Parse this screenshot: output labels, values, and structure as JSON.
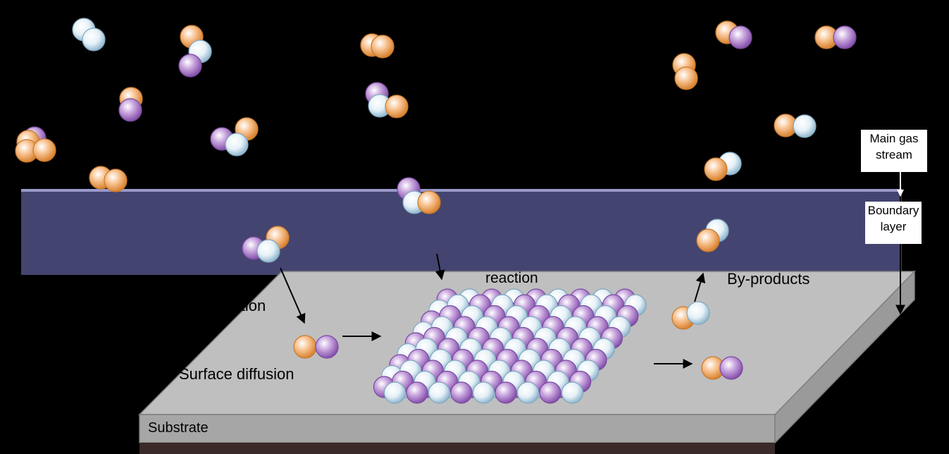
{
  "labels": {
    "main_gas_stream": "Main gas\nstream",
    "boundary_layer": "Boundary\nlayer",
    "reaction": "reaction",
    "by_products": "By-products",
    "adsorption": "Adsorption",
    "surface_diffusion": "Surface diffusion",
    "substrate": "Substrate"
  },
  "colors": {
    "background": "#000000",
    "substrate_top": "#bfbfbf",
    "substrate_side": "#a6a6a6",
    "substrate_edge": "#8c8c8c",
    "boundary_band": "#8f8fd6",
    "atom_orange": "#f4a860",
    "atom_purple": "#a978c6",
    "atom_white": "#bcd9e8"
  }
}
